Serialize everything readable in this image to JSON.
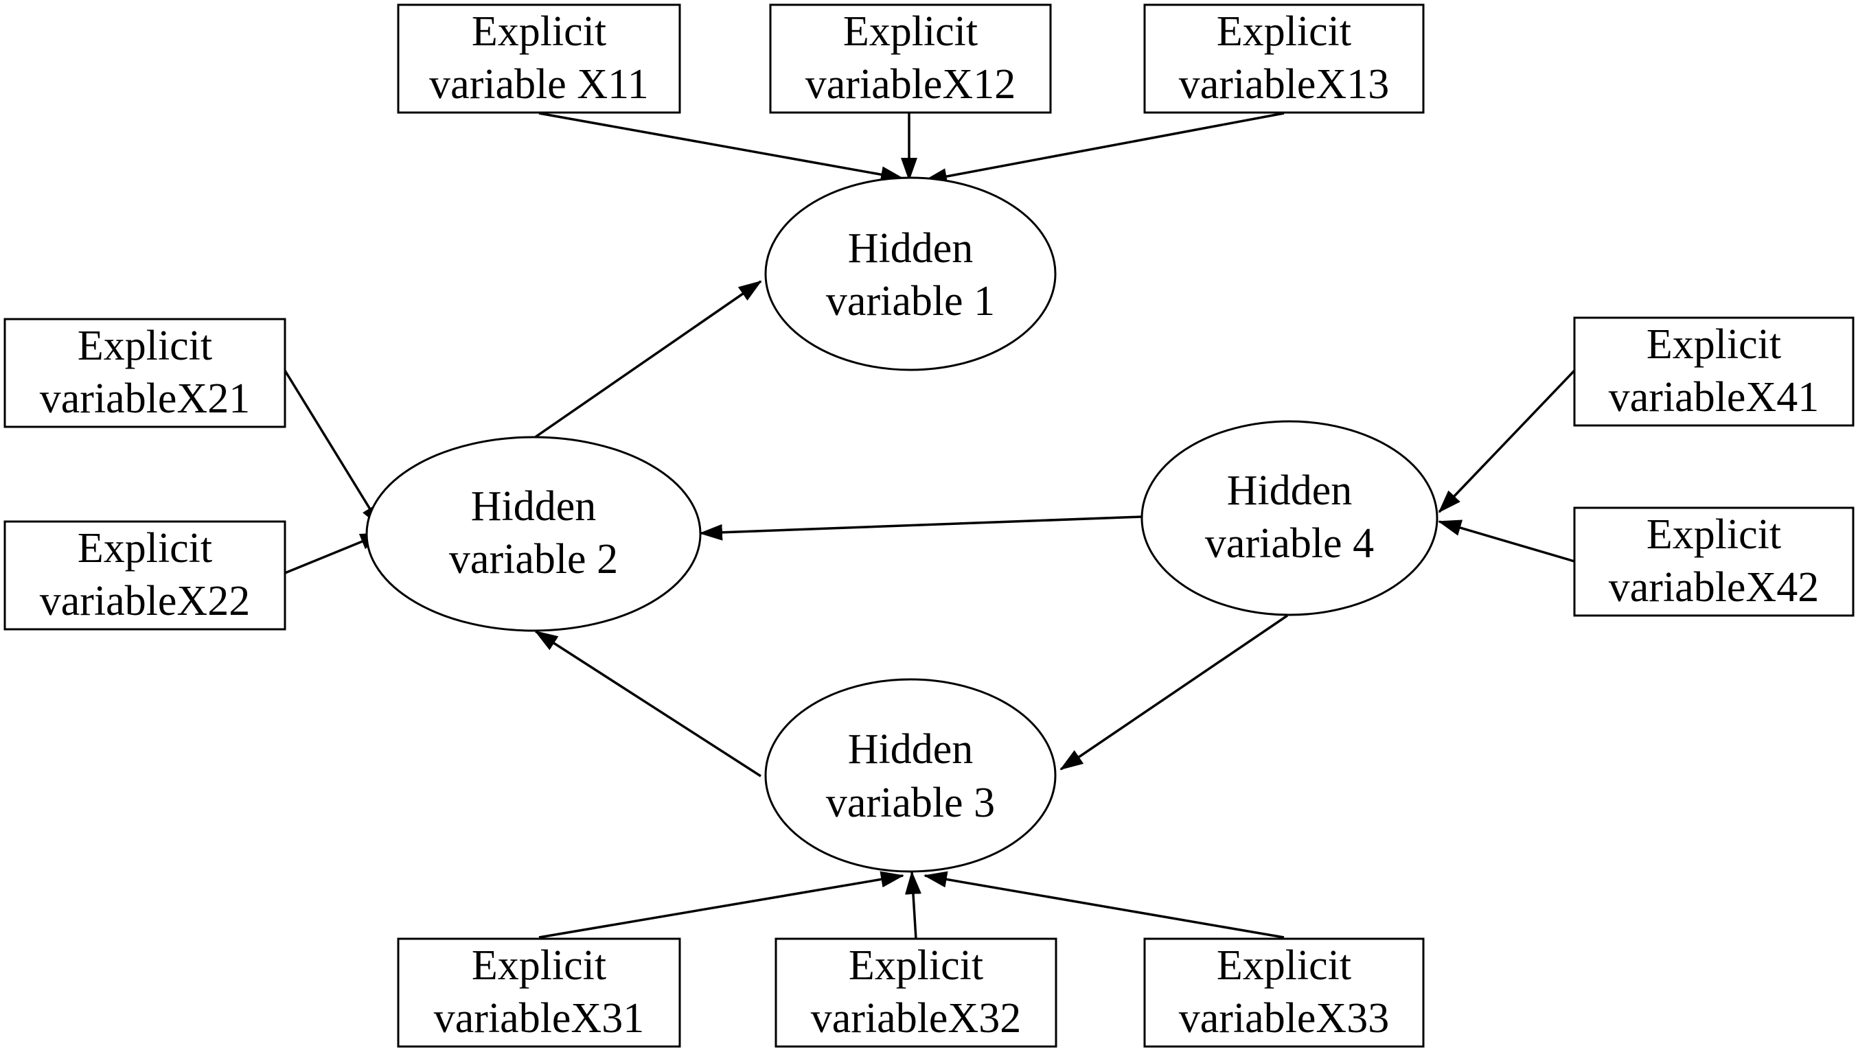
{
  "diagram": {
    "explicit_variables": {
      "x11": {
        "line1": "Explicit",
        "line2": "variable X11"
      },
      "x12": {
        "line1": "Explicit",
        "line2": "variableX12"
      },
      "x13": {
        "line1": "Explicit",
        "line2": "variableX13"
      },
      "x21": {
        "line1": "Explicit",
        "line2": "variableX21"
      },
      "x22": {
        "line1": "Explicit",
        "line2": "variableX22"
      },
      "x31": {
        "line1": "Explicit",
        "line2": "variableX31"
      },
      "x32": {
        "line1": "Explicit",
        "line2": "variableX32"
      },
      "x33": {
        "line1": "Explicit",
        "line2": "variableX33"
      },
      "x41": {
        "line1": "Explicit",
        "line2": "variableX41"
      },
      "x42": {
        "line1": "Explicit",
        "line2": "variableX42"
      }
    },
    "hidden_variables": {
      "h1": {
        "line1": "Hidden",
        "line2": "variable 1"
      },
      "h2": {
        "line1": "Hidden",
        "line2": "variable 2"
      },
      "h3": {
        "line1": "Hidden",
        "line2": "variable 3"
      },
      "h4": {
        "line1": "Hidden",
        "line2": "variable 4"
      }
    },
    "edges": [
      {
        "from": "x11",
        "to": "h1"
      },
      {
        "from": "x12",
        "to": "h1"
      },
      {
        "from": "x13",
        "to": "h1"
      },
      {
        "from": "x21",
        "to": "h2"
      },
      {
        "from": "x22",
        "to": "h2"
      },
      {
        "from": "x31",
        "to": "h3"
      },
      {
        "from": "x32",
        "to": "h3"
      },
      {
        "from": "x33",
        "to": "h3"
      },
      {
        "from": "x41",
        "to": "h4"
      },
      {
        "from": "x42",
        "to": "h4"
      },
      {
        "from": "h2",
        "to": "h1"
      },
      {
        "from": "h4",
        "to": "h2"
      },
      {
        "from": "h3",
        "to": "h2"
      },
      {
        "from": "h4",
        "to": "h3"
      }
    ]
  }
}
